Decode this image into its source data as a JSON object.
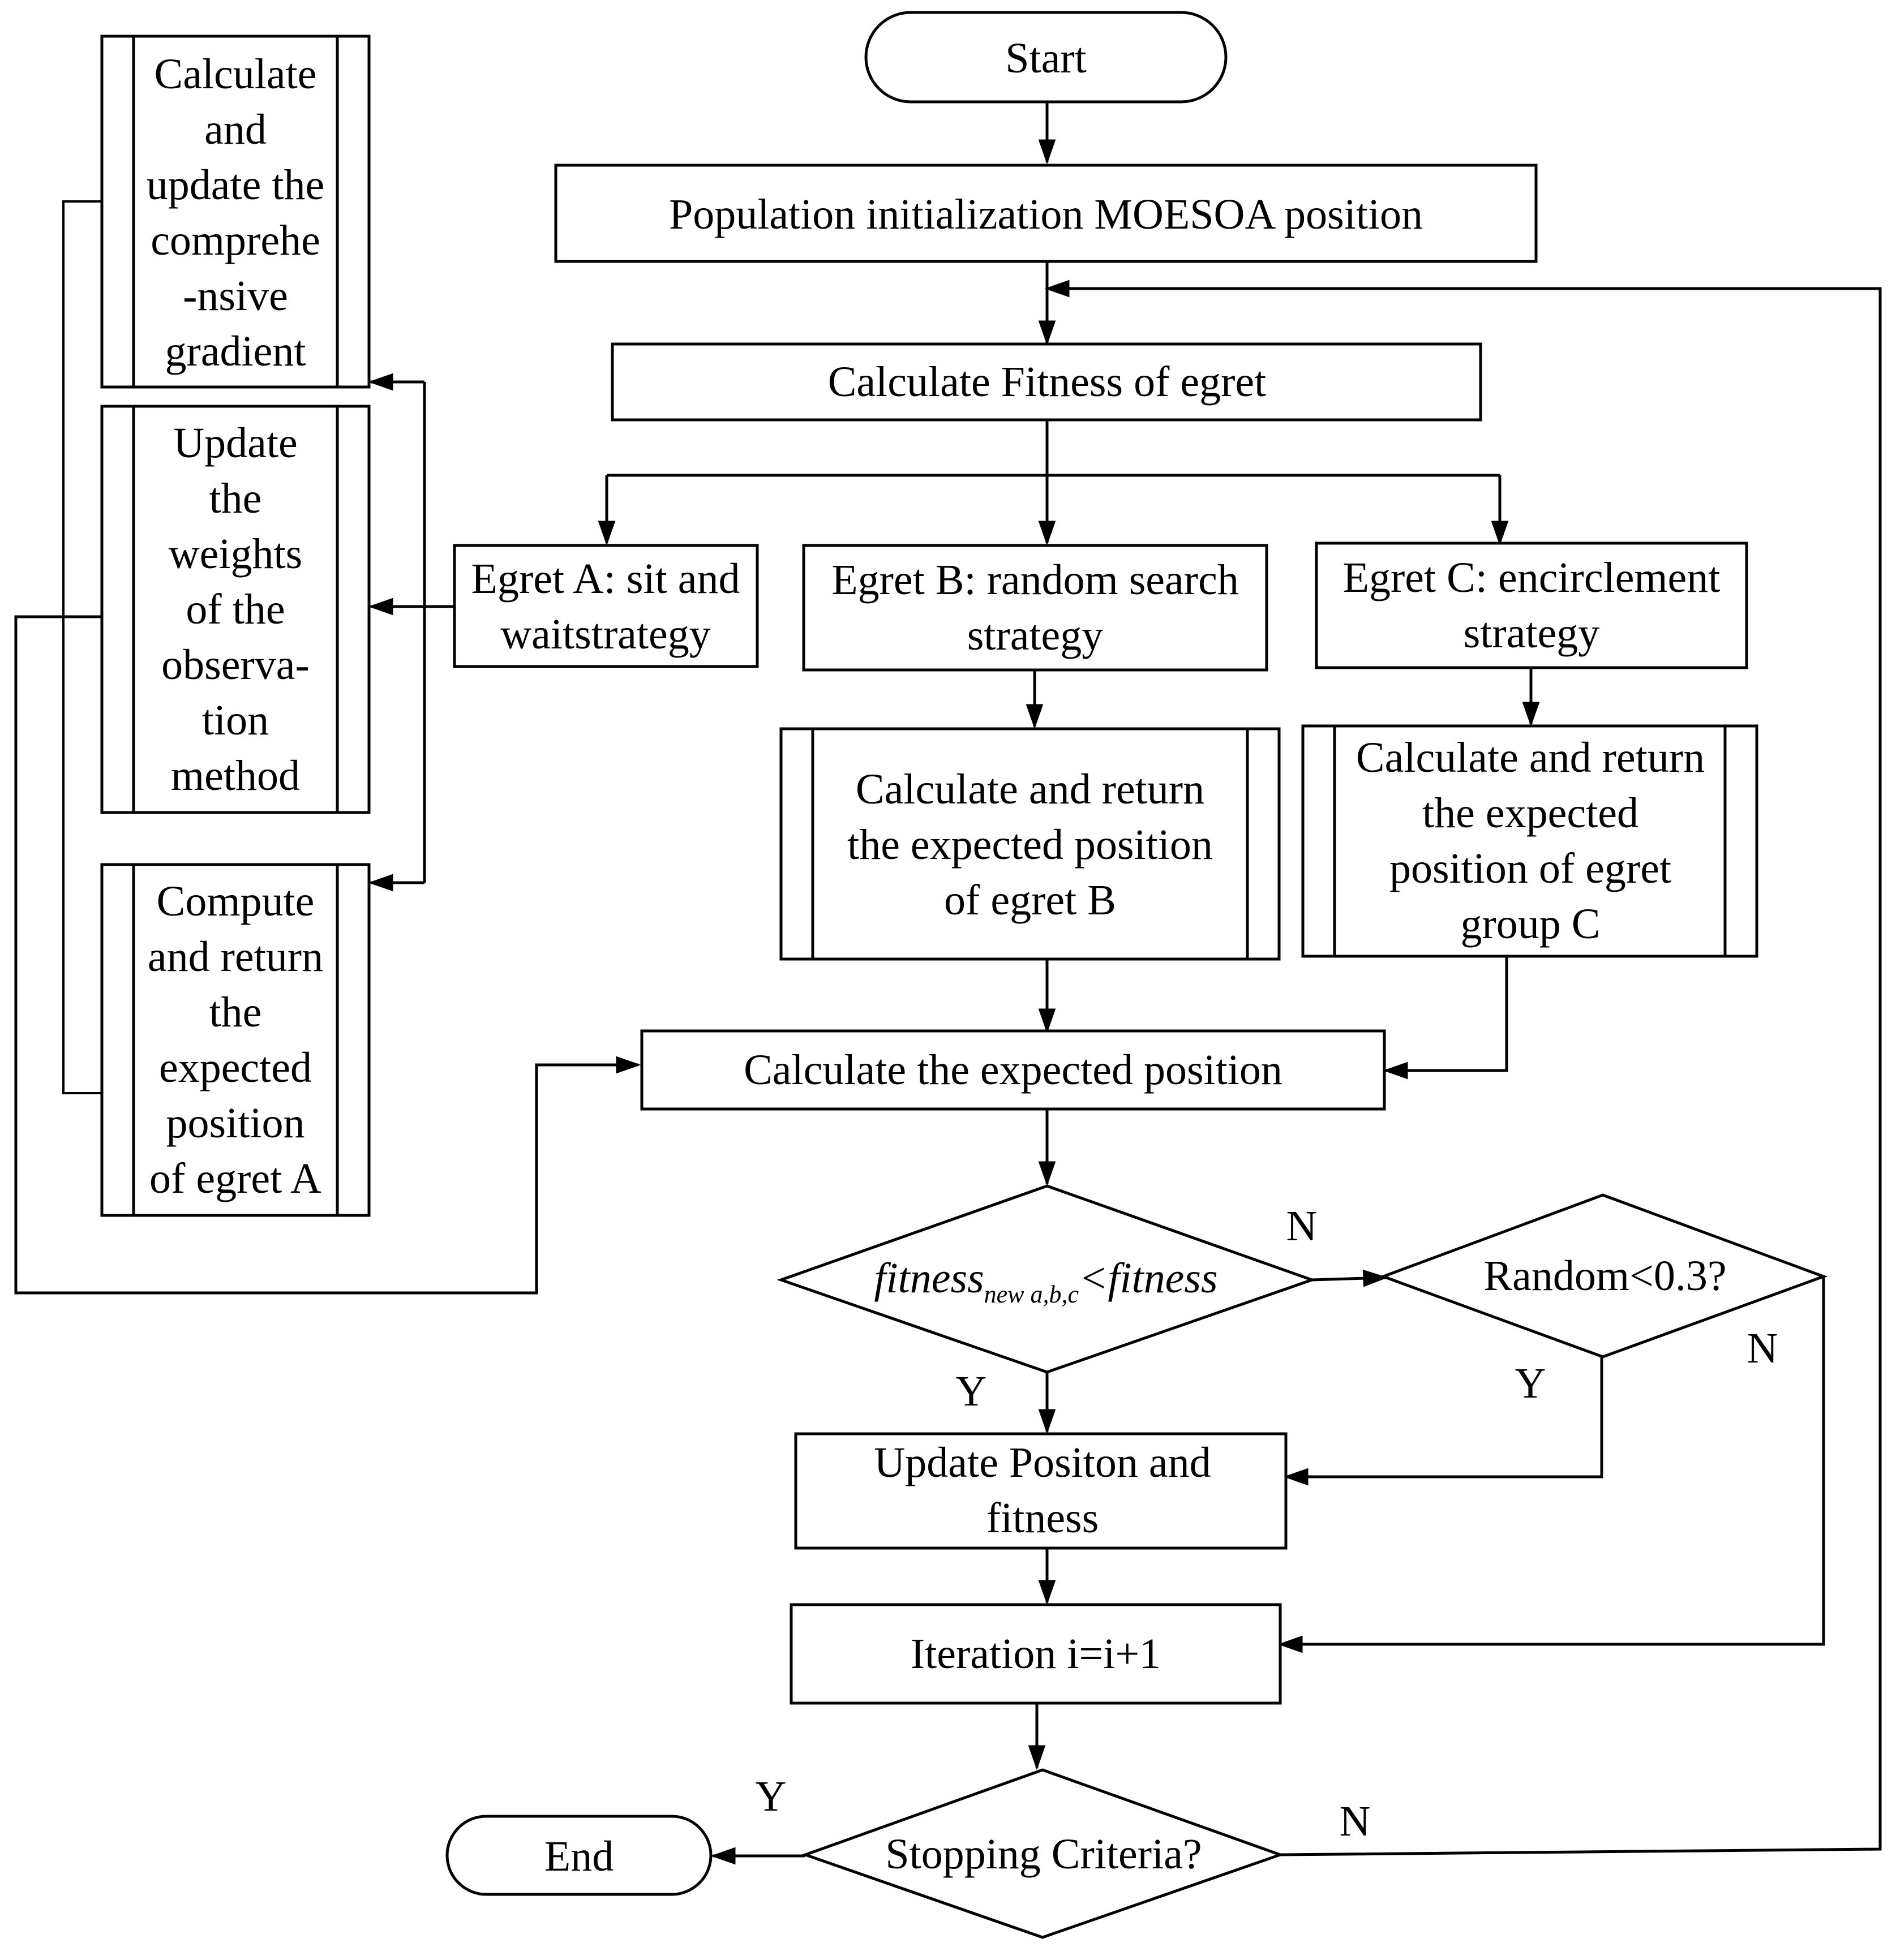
{
  "nodes": {
    "start": "Start",
    "init": "Population initialization MOESOA position",
    "fitness": "Calculate Fitness of egret",
    "egret_a": [
      "Egret A: sit and",
      "waitstrategy"
    ],
    "egret_b": [
      "Egret B: random search",
      "strategy"
    ],
    "egret_c": [
      "Egret C: encirclement",
      "strategy"
    ],
    "calc_b": [
      "Calculate and return",
      "the expected position",
      "of egret B"
    ],
    "calc_c": [
      "Calculate and return",
      "the expected",
      "position  of egret",
      "group C"
    ],
    "gradient": [
      "Calculate",
      "and",
      "update the",
      "comprehe",
      "-nsive",
      "gradient"
    ],
    "weights": [
      "Update",
      "the",
      "weights",
      "of the",
      "observa-",
      "tion",
      "method"
    ],
    "compute_a": [
      "Compute",
      "and return",
      "the",
      "expected",
      "position",
      "of egret A"
    ],
    "expected": "Calculate the expected position",
    "decision1": {
      "main": "fitness",
      "subscript": "new a,b,c",
      "rest": "<fitness"
    },
    "random": "Random<0.3?",
    "update": [
      "Update Positon and",
      "fitness"
    ],
    "iteration": "Iteration i=i+1",
    "stopping": "Stopping Criteria?",
    "end": "End"
  },
  "edge_labels": {
    "d1_no": "N",
    "d1_yes": "Y",
    "random_yes": "Y",
    "random_no": "N",
    "stop_yes": "Y",
    "stop_no": "N"
  }
}
